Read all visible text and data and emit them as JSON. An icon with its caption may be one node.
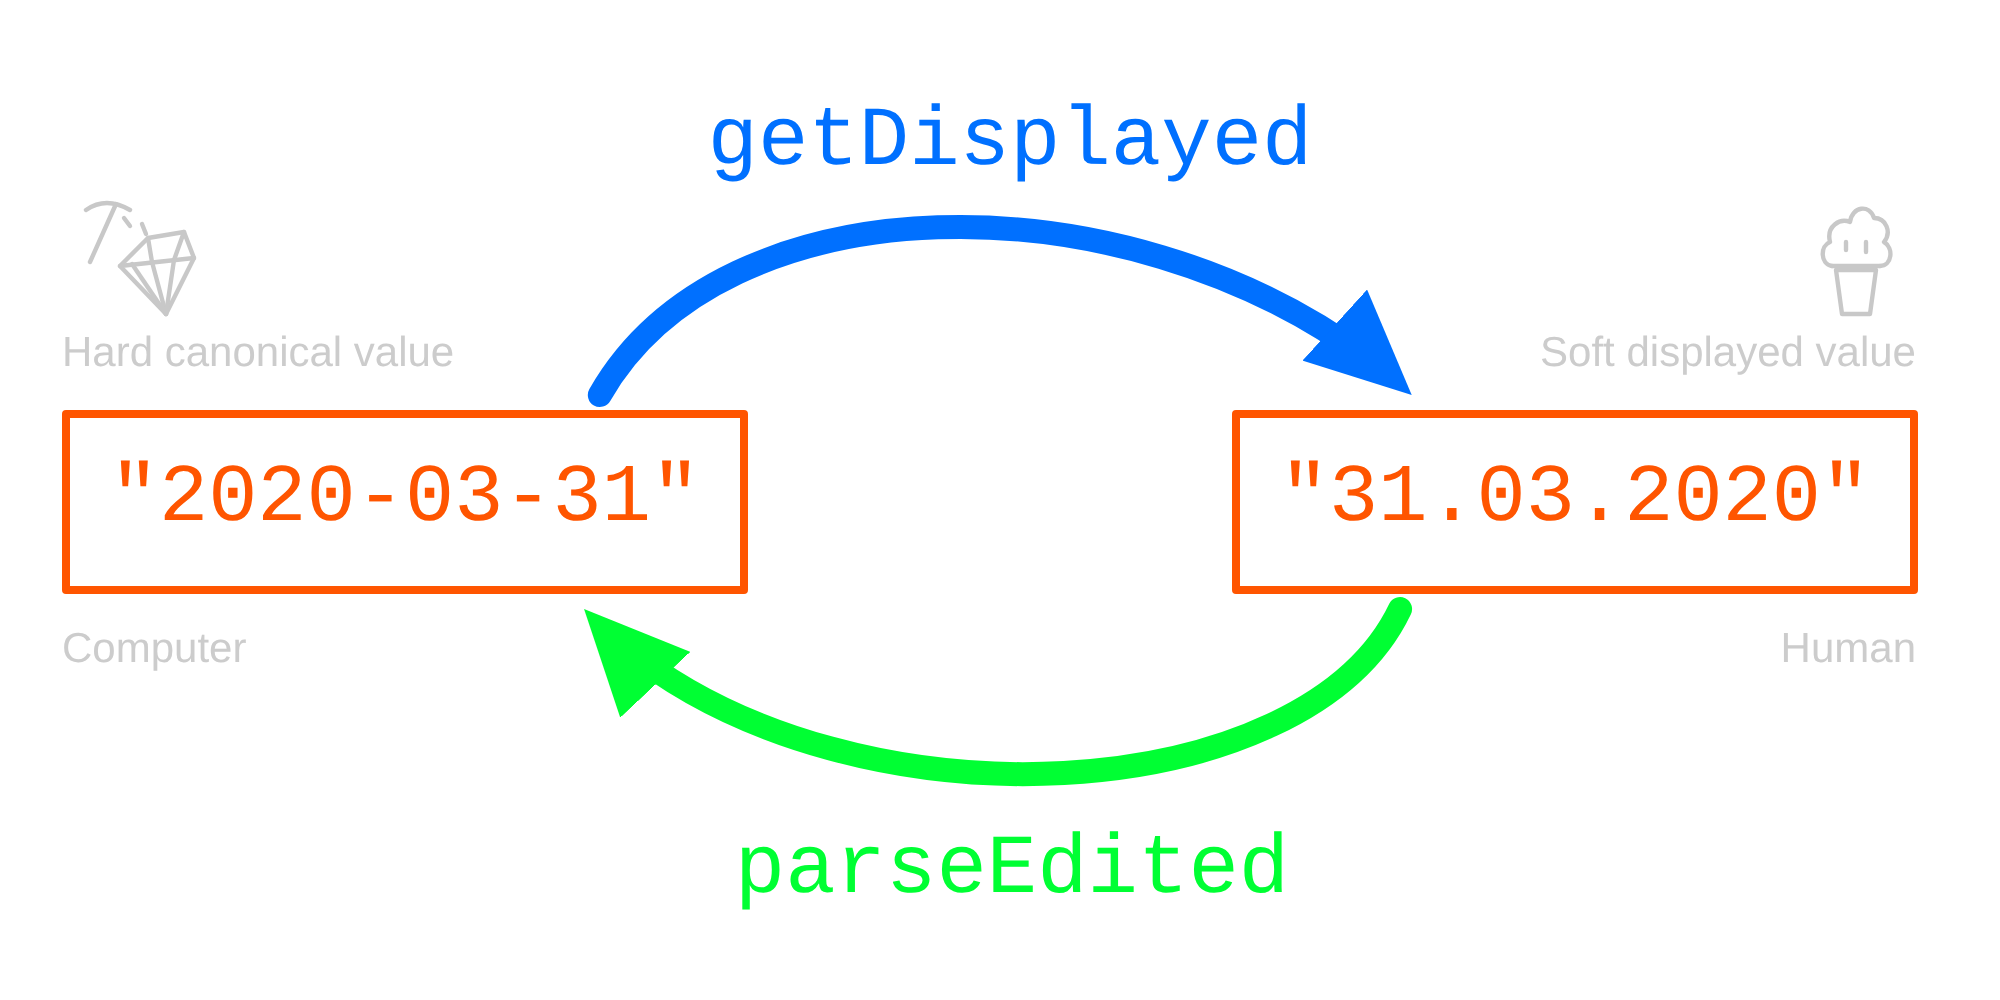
{
  "diagram": {
    "nodes": [
      {
        "text": [
          "\"2020-03-31\""
        ],
        "beside": [
          "Hard canonical value",
          "Computer"
        ]
      },
      {
        "text": [
          "\"31.03.2020\""
        ],
        "beside": [
          "Soft displayed value",
          "Human"
        ]
      }
    ],
    "edges": [
      {
        "from": 0,
        "to": 1,
        "arrow": "to",
        "label": "getDisplayed",
        "color": "#0070ff"
      },
      {
        "from": 1,
        "to": 0,
        "arrow": "to",
        "label": "parseEdited",
        "color": "#00ff33"
      }
    ]
  }
}
